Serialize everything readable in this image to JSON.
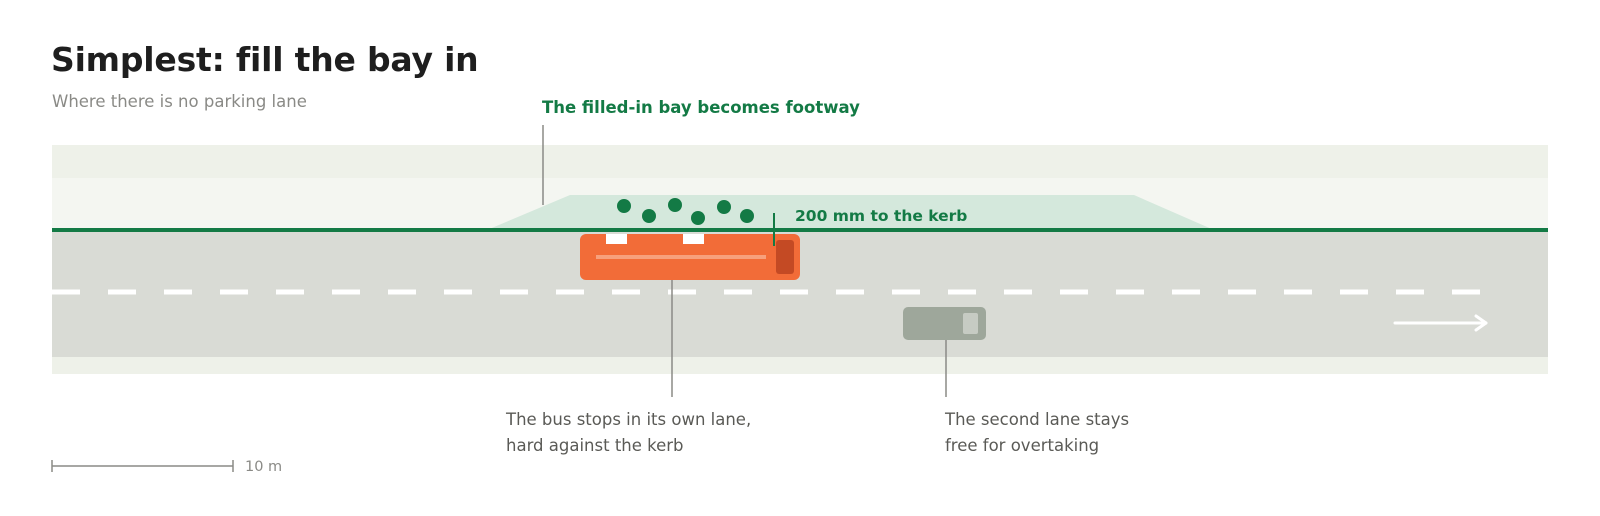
{
  "header": {
    "title": "Simplest: fill the bay in",
    "subtitle": "Where there is no parking lane"
  },
  "annotations": {
    "footway": "The filled-in bay becomes footway",
    "kerb_gap": "200 mm to the kerb",
    "bus_line1": "The bus stops in its own lane,",
    "bus_line2": "hard against the kerb",
    "overtake_line1": "The second lane stays",
    "overtake_line2": "free for overtaking"
  },
  "scale_bar": {
    "label": "10 m"
  },
  "colors": {
    "accent_green": "#137a45",
    "bus_orange": "#f26c38",
    "footway": "#eef1e9",
    "bay_fill": "#d4e8dc",
    "road": "#d9dbd5",
    "car": "#9ea79b"
  },
  "icons": {
    "direction": "arrow-right-icon",
    "people": "person-dot-icon"
  }
}
